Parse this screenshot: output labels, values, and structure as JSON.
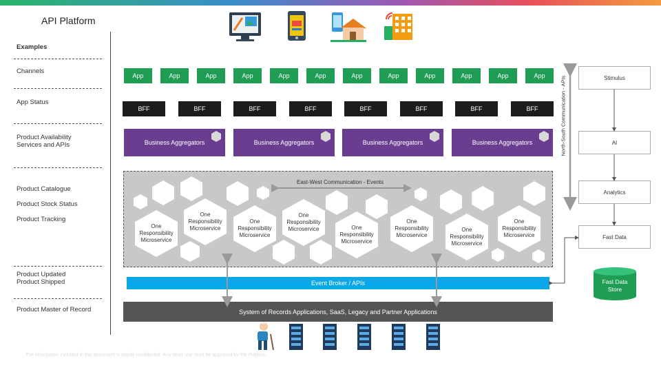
{
  "title": "API Platform",
  "sidebar": {
    "examples": "Examples",
    "channels": "Channels",
    "app_status": "App Status",
    "product_availability": "Product Availability\nServices and APIs",
    "catalogue": "Product Catalogue",
    "stock_status": "Product Stock Status",
    "tracking": "Product Tracking",
    "updated": "Product Updated\nProduct Shipped",
    "master": "Product Master of Record"
  },
  "layers": {
    "app_label": "App",
    "bff_label": "BFF",
    "aggregator_label": "Business Aggregators",
    "microservice_label": "One\nResponsibility\nMicroservice",
    "east_west": "East-West Communication - Events",
    "north_south": "North-South Communication - APIs",
    "event_broker": "Event Broker / APIs",
    "system_of_records": "System of Records Applications, SaaS, Legacy and Partner Applications"
  },
  "pipeline": {
    "stimulus": "Stimulus",
    "ai": "AI",
    "analytics": "Analytics",
    "fast_data": "Fast Data",
    "fast_data_store": "Fast Data\nStore"
  },
  "icons": [
    "desktop-design-icon",
    "mobile-phone-icon",
    "smart-home-icon",
    "smart-building-icon",
    "elderly-person-icon",
    "server-rack-icon"
  ],
  "colors": {
    "app": "#1f9d55",
    "bff": "#1c1c1c",
    "aggregator": "#6a3d91",
    "broker": "#0aa8e8",
    "sor": "#555555",
    "store": "#1f9d55"
  },
  "disclaimer": "The information included in this document is strictly confidential. Any other use must be approved by the Platform."
}
